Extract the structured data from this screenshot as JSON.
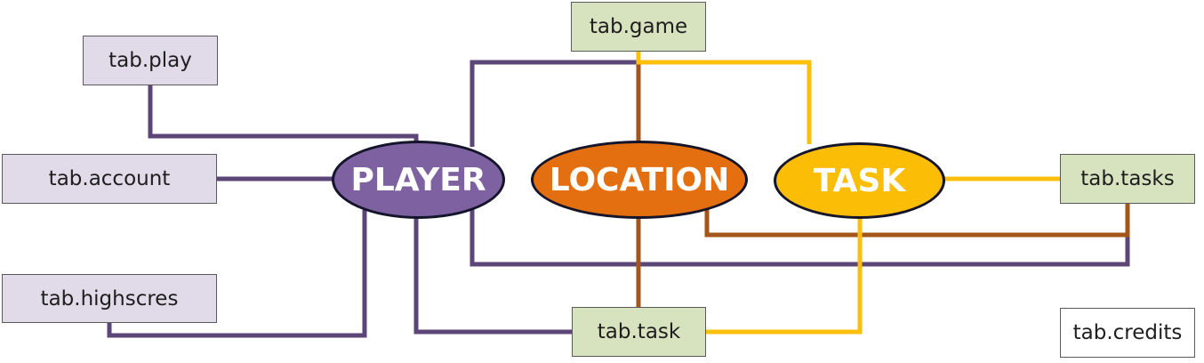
{
  "colors": {
    "player": "#7d61a0",
    "location": "#e36f10",
    "task": "#fbbd06",
    "player_link": "#5c4577",
    "location_link": "#a3551a",
    "task_link": "#fcbf0b",
    "purple_box": "#e0dae9",
    "green_box": "#d7e3bf",
    "white_box": "#ffffff"
  },
  "entities": {
    "player": {
      "label": "PLAYER"
    },
    "location": {
      "label": "LOCATION"
    },
    "task": {
      "label": "TASK"
    }
  },
  "tables": {
    "play": {
      "label": "tab.play"
    },
    "account": {
      "label": "tab.account"
    },
    "highscres": {
      "label": "tab.highscres"
    },
    "game": {
      "label": "tab.game"
    },
    "tasks": {
      "label": "tab.tasks"
    },
    "task": {
      "label": "tab.task"
    },
    "credits": {
      "label": "tab.credits"
    }
  }
}
